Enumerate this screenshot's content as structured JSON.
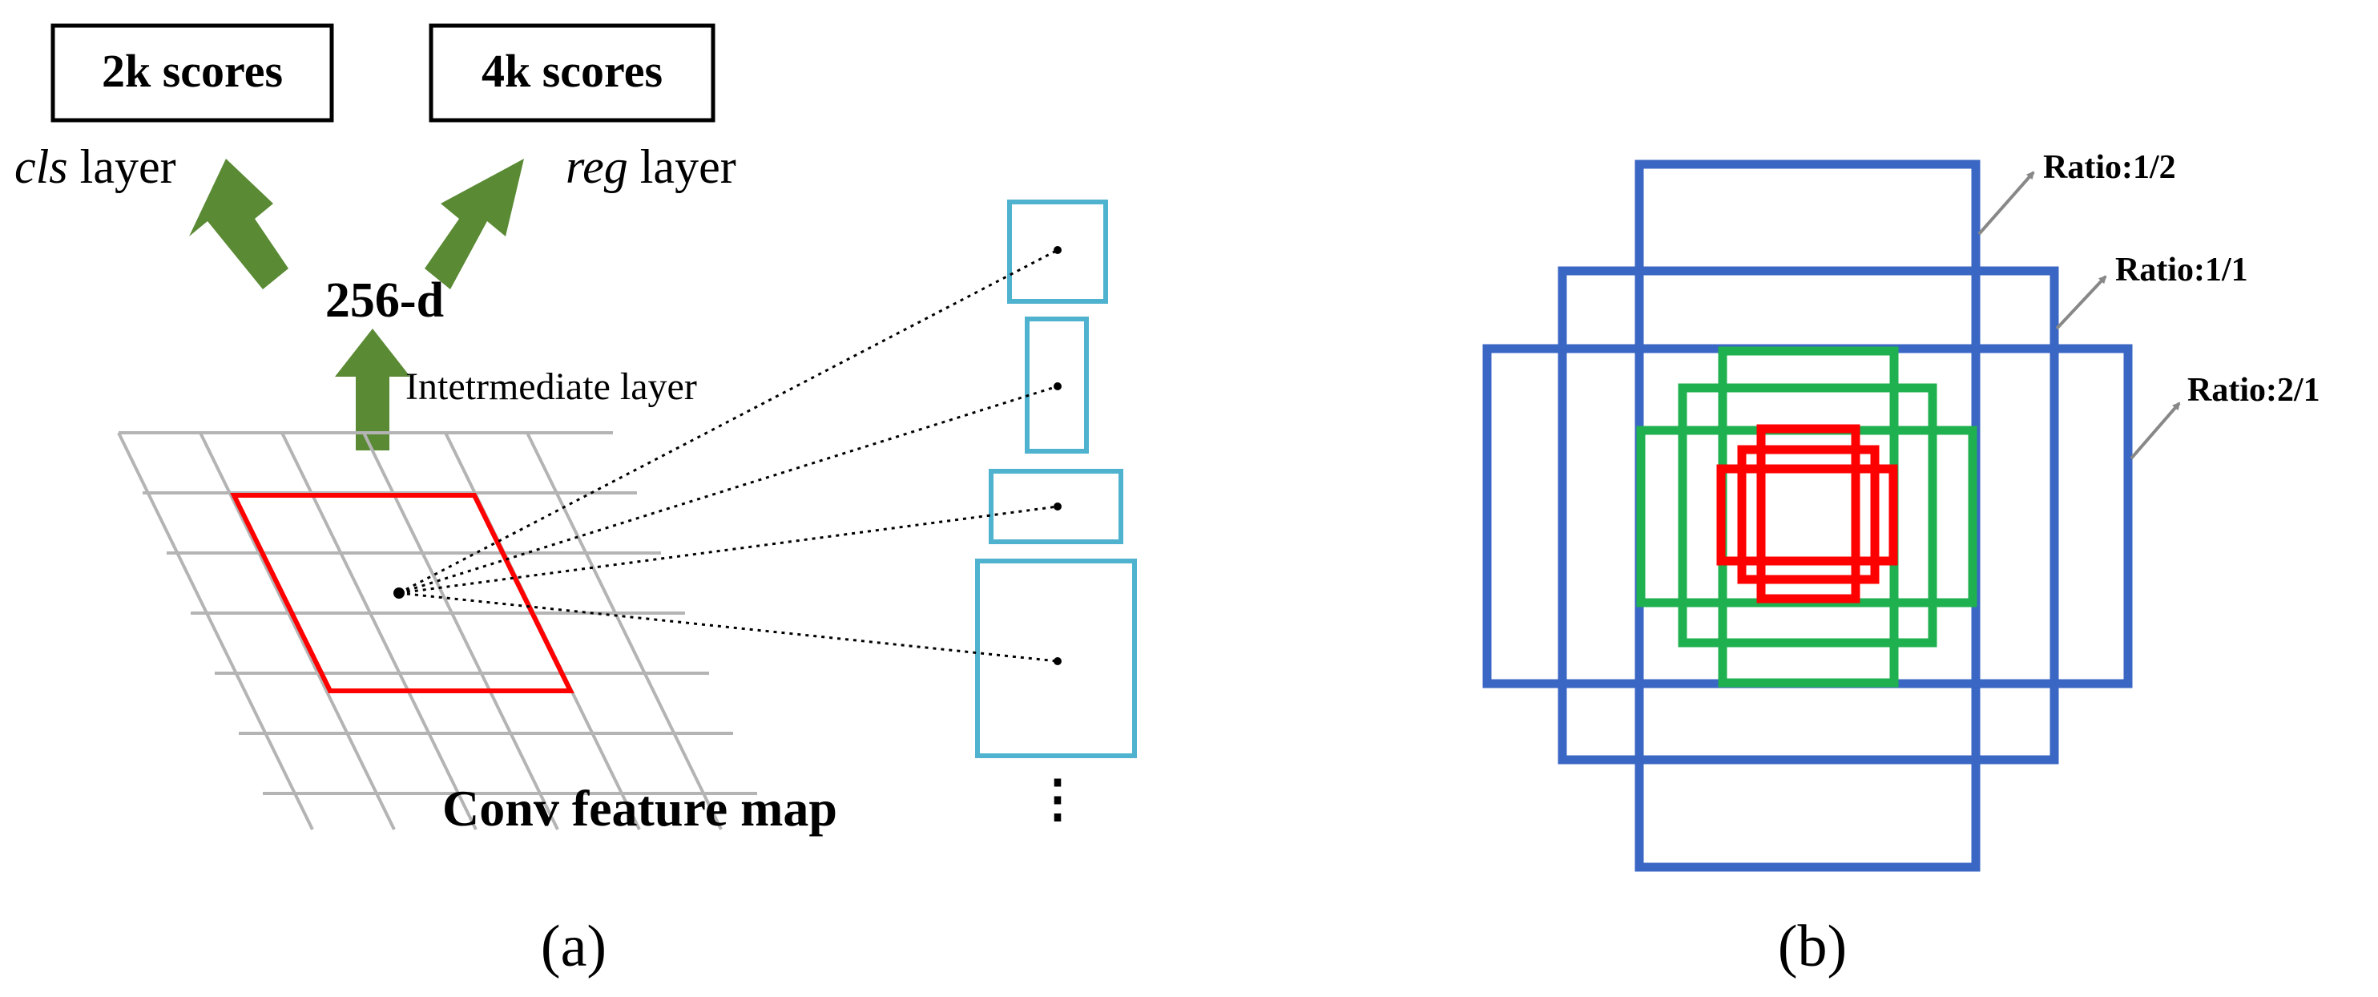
{
  "panel_a": {
    "score_box_left": "2k scores",
    "score_box_right": "4k scores",
    "cls_prefix": "cls",
    "cls_suffix": " layer",
    "reg_prefix": "reg",
    "reg_suffix": " layer",
    "feature_label": "256-d",
    "intermediate_label": "Intetrmediate layer",
    "map_label": "Conv feature map",
    "ellipsis": "⋮",
    "caption": "(a)"
  },
  "panel_b": {
    "ratio_labels": [
      "Ratio:1/2",
      "Ratio:1/1",
      "Ratio:2/1"
    ],
    "caption": "(b)"
  },
  "colors": {
    "arrow_green": "#5a8a34",
    "grid_gray": "#b4b4b4",
    "window_red": "#ff0000",
    "anchor_cyan": "#4fb3cf",
    "anchor_blue": "#3a66c4",
    "anchor_green": "#1fb14f",
    "anchor_red": "#ff0000",
    "pointer_gray": "#888888"
  }
}
